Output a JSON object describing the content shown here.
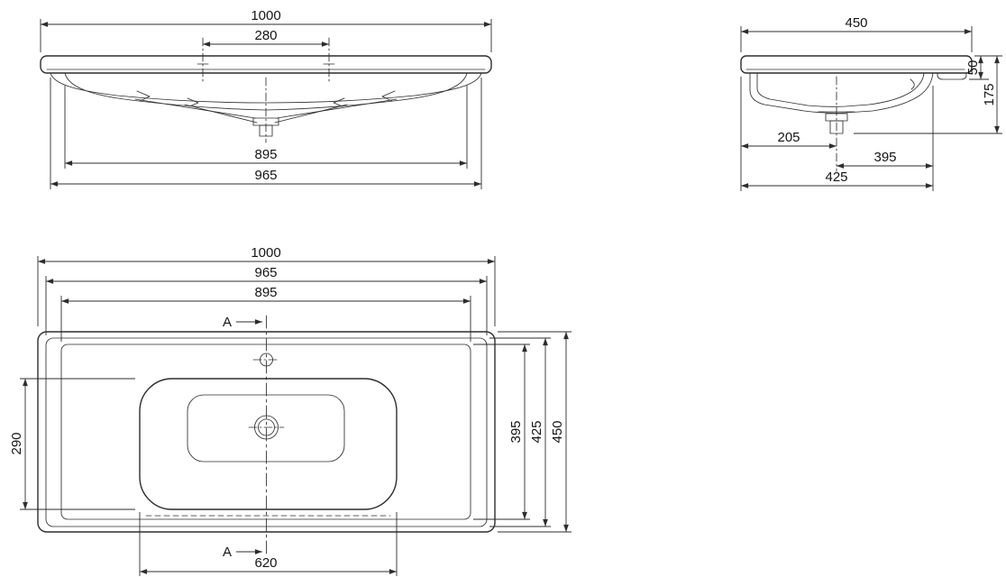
{
  "colors": {
    "line": "#2d2d2d",
    "background": "#ffffff"
  },
  "views": {
    "front": {
      "dims": {
        "overall_width": "1000",
        "tap_hole_spacing": "280",
        "inner_basin_width": "895",
        "body_width": "965"
      }
    },
    "side": {
      "dims": {
        "overall_depth": "450",
        "front_edge_height": "50",
        "overall_height": "175",
        "drain_offset_back": "205",
        "drain_offset_front": "395",
        "body_depth": "425"
      }
    },
    "plan": {
      "section_marker": "A",
      "dims": {
        "overall_width": "1000",
        "body_width": "965",
        "inner_width": "895",
        "basin_depth": "290",
        "inner_depth": "395",
        "body_depth": "425",
        "overall_depth": "450",
        "basin_width": "620"
      }
    }
  }
}
